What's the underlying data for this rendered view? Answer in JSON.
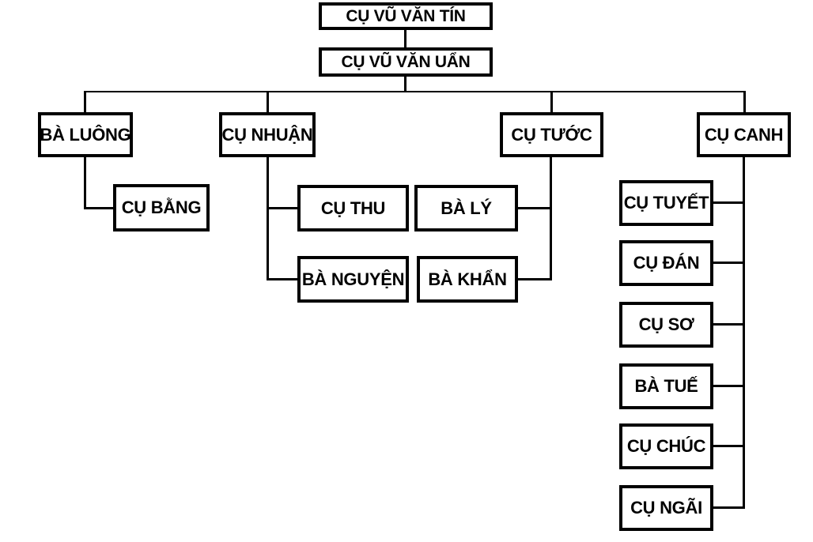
{
  "diagram": {
    "type": "family-tree",
    "background_color": "#ffffff",
    "box_border_color": "#000000",
    "line_color": "#000000",
    "text_color": "#000000",
    "nodes": {
      "tin": {
        "label": "CỤ VŨ VĂN TÍN"
      },
      "uan": {
        "label": "CỤ VŨ VĂN UẨN"
      },
      "ba_luong": {
        "label": "BÀ LUÔNG"
      },
      "cu_nhuan": {
        "label": "CỤ NHUẬN"
      },
      "cu_tuoc": {
        "label": "CỤ TƯỚC"
      },
      "cu_canh": {
        "label": "CỤ CANH"
      },
      "cu_bang": {
        "label": "CỤ BẰNG"
      },
      "cu_thu": {
        "label": "CỤ THU"
      },
      "ba_nguyen": {
        "label": "BÀ NGUYỆN"
      },
      "ba_ly": {
        "label": "BÀ LÝ"
      },
      "ba_khan": {
        "label": "BÀ KHẨN"
      },
      "cu_tuyet": {
        "label": "CỤ TUYẾT"
      },
      "cu_dan": {
        "label": "CỤ ĐÁN"
      },
      "cu_so": {
        "label": "CỤ SƠ"
      },
      "ba_tue": {
        "label": "BÀ TUẾ"
      },
      "cu_chuc": {
        "label": "CỤ CHÚC"
      },
      "cu_ngai": {
        "label": "CỤ NGÃI"
      }
    },
    "structure": {
      "tin": [
        "uan"
      ],
      "uan": [
        "ba_luong",
        "cu_nhuan",
        "cu_tuoc",
        "cu_canh"
      ],
      "ba_luong": [
        "cu_bang"
      ],
      "cu_nhuan": [
        "cu_thu",
        "ba_nguyen"
      ],
      "cu_tuoc": [
        "ba_ly",
        "ba_khan"
      ],
      "cu_canh": [
        "cu_tuyet",
        "cu_dan",
        "cu_so",
        "ba_tue",
        "cu_chuc",
        "cu_ngai"
      ]
    }
  }
}
